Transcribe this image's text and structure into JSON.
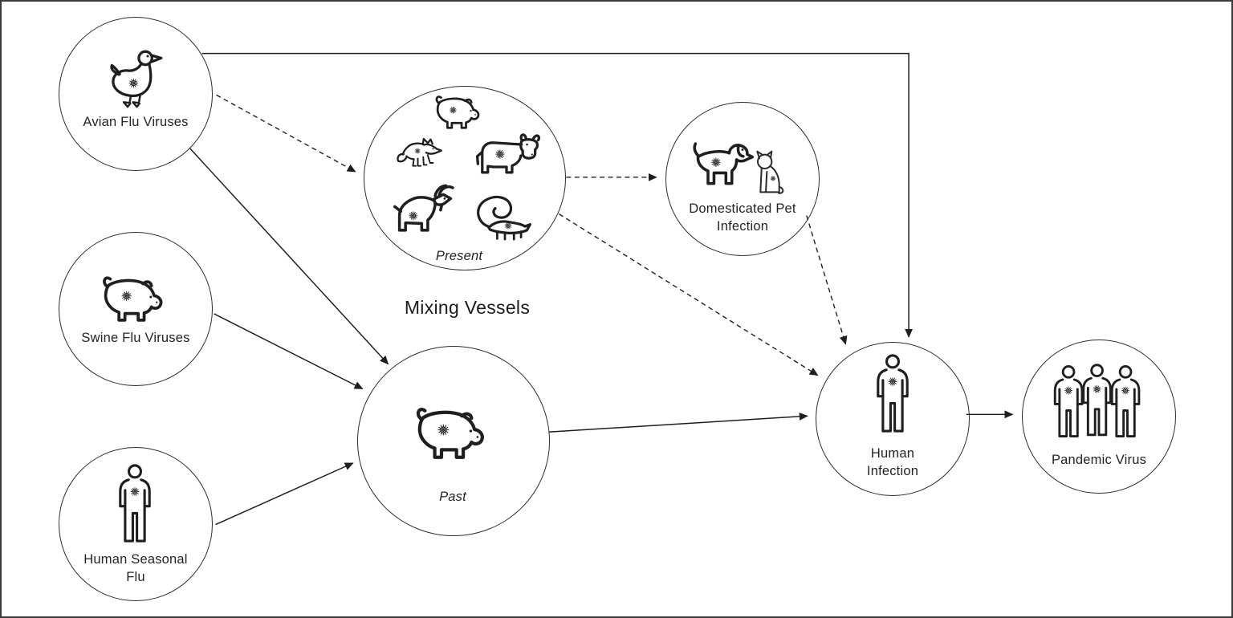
{
  "style": {
    "background": "#ffffff",
    "outer_border_color": "#3a3a3a",
    "circle_border_color": "#2e2e2e",
    "line_color": "#1f1f1f",
    "text_color": "#242424"
  },
  "diagram": {
    "section_title": "Mixing Vessels",
    "nodes": [
      {
        "id": "avian",
        "label": "Avian Flu Viruses",
        "icon": "duck-virus-icon"
      },
      {
        "id": "swine",
        "label": "Swine Flu Viruses",
        "icon": "pig-virus-icon"
      },
      {
        "id": "human-seasonal",
        "label": "Human Seasonal Flu",
        "icon": "person-virus-icon"
      },
      {
        "id": "mixing-present",
        "label": "Present",
        "label_style": "italic",
        "icons": [
          "pig-virus-icon",
          "fox-virus-icon",
          "cow-virus-icon",
          "goat-virus-icon",
          "skunk-virus-icon"
        ]
      },
      {
        "id": "mixing-past",
        "label": "Past",
        "label_style": "italic",
        "icon": "pig-virus-icon"
      },
      {
        "id": "pets",
        "label": "Domesticated Pet Infection",
        "icons": [
          "dog-virus-icon",
          "cat-virus-icon"
        ]
      },
      {
        "id": "human-infection",
        "label": "Human Infection",
        "icon": "person-virus-icon"
      },
      {
        "id": "pandemic",
        "label": "Pandemic Virus",
        "icon": "three-people-virus-icon"
      }
    ],
    "edges": [
      {
        "from": "avian",
        "to": "human-infection",
        "style": "solid",
        "route": "over-top"
      },
      {
        "from": "avian",
        "to": "mixing-present",
        "style": "dashed"
      },
      {
        "from": "avian",
        "to": "mixing-past",
        "style": "solid"
      },
      {
        "from": "swine",
        "to": "mixing-past",
        "style": "solid"
      },
      {
        "from": "human-seasonal",
        "to": "mixing-past",
        "style": "solid"
      },
      {
        "from": "mixing-present",
        "to": "pets",
        "style": "dashed"
      },
      {
        "from": "mixing-present",
        "to": "human-infection",
        "style": "dashed"
      },
      {
        "from": "pets",
        "to": "human-infection",
        "style": "dashed"
      },
      {
        "from": "mixing-past",
        "to": "human-infection",
        "style": "solid"
      },
      {
        "from": "human-infection",
        "to": "pandemic",
        "style": "solid"
      }
    ]
  }
}
